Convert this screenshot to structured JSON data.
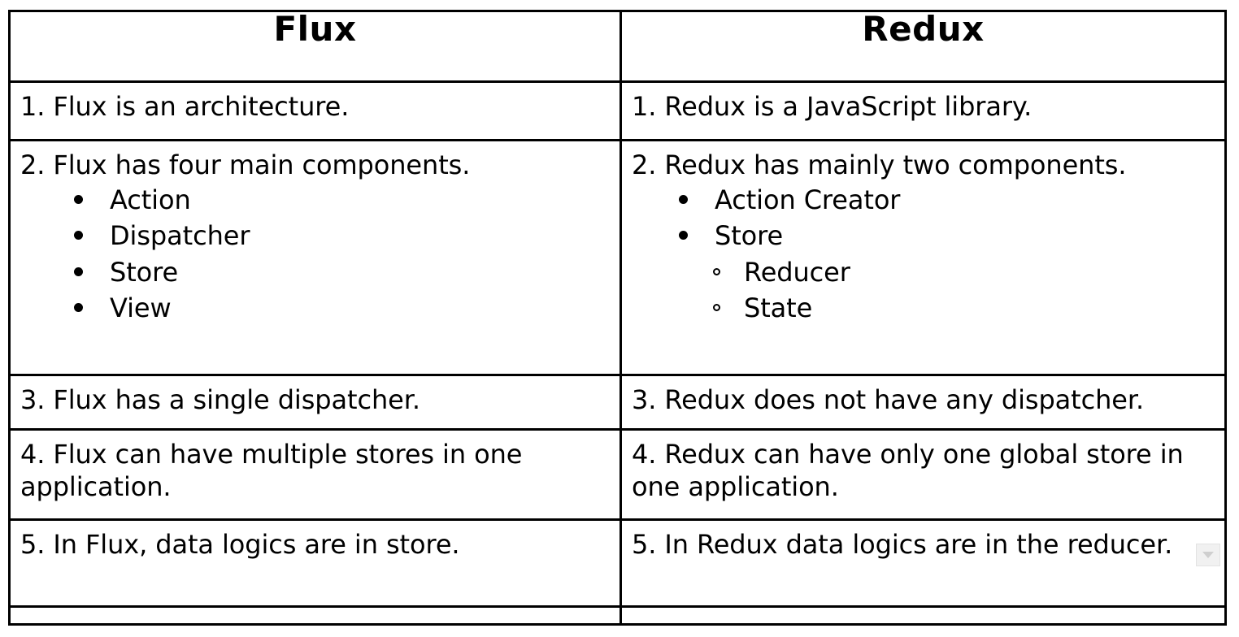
{
  "table": {
    "columns": [
      {
        "key": "flux",
        "header": "Flux"
      },
      {
        "key": "redux",
        "header": "Redux"
      }
    ],
    "header_bg": "#b3a6d8",
    "border_color": "#000000",
    "cell_bg": "#ffffff",
    "rows": [
      {
        "index": "1",
        "flux": {
          "lead": "1.  Flux is an architecture."
        },
        "redux": {
          "lead": "1. Redux is a JavaScript library."
        }
      },
      {
        "index": "2",
        "flux": {
          "lead": "2. Flux has four main components.",
          "bullets": [
            {
              "label": "Action"
            },
            {
              "label": "Dispatcher"
            },
            {
              "label": "Store"
            },
            {
              "label": "View"
            }
          ]
        },
        "redux": {
          "lead": "2. Redux has mainly two components.",
          "bullets": [
            {
              "label": "Action Creator"
            },
            {
              "label": "Store",
              "sub": [
                "Reducer",
                "State"
              ]
            }
          ]
        }
      },
      {
        "index": "3",
        "flux": {
          "lead": "3. Flux has a single dispatcher."
        },
        "redux": {
          "lead": "3. Redux does not have any dispatcher."
        }
      },
      {
        "index": "4",
        "flux": {
          "lead": "4. Flux can have multiple stores in one application."
        },
        "redux": {
          "lead": "4. Redux can have only one global store in one application."
        }
      },
      {
        "index": "5",
        "flux": {
          "lead": "5. In Flux, data logics are in store."
        },
        "redux": {
          "lead": "5. In Redux data logics are in the reducer."
        }
      }
    ]
  },
  "controls": {
    "scroll_down": {
      "icon": "chevron-down-icon",
      "color": "#cfcfcf",
      "background": "#f1f1f1"
    }
  }
}
